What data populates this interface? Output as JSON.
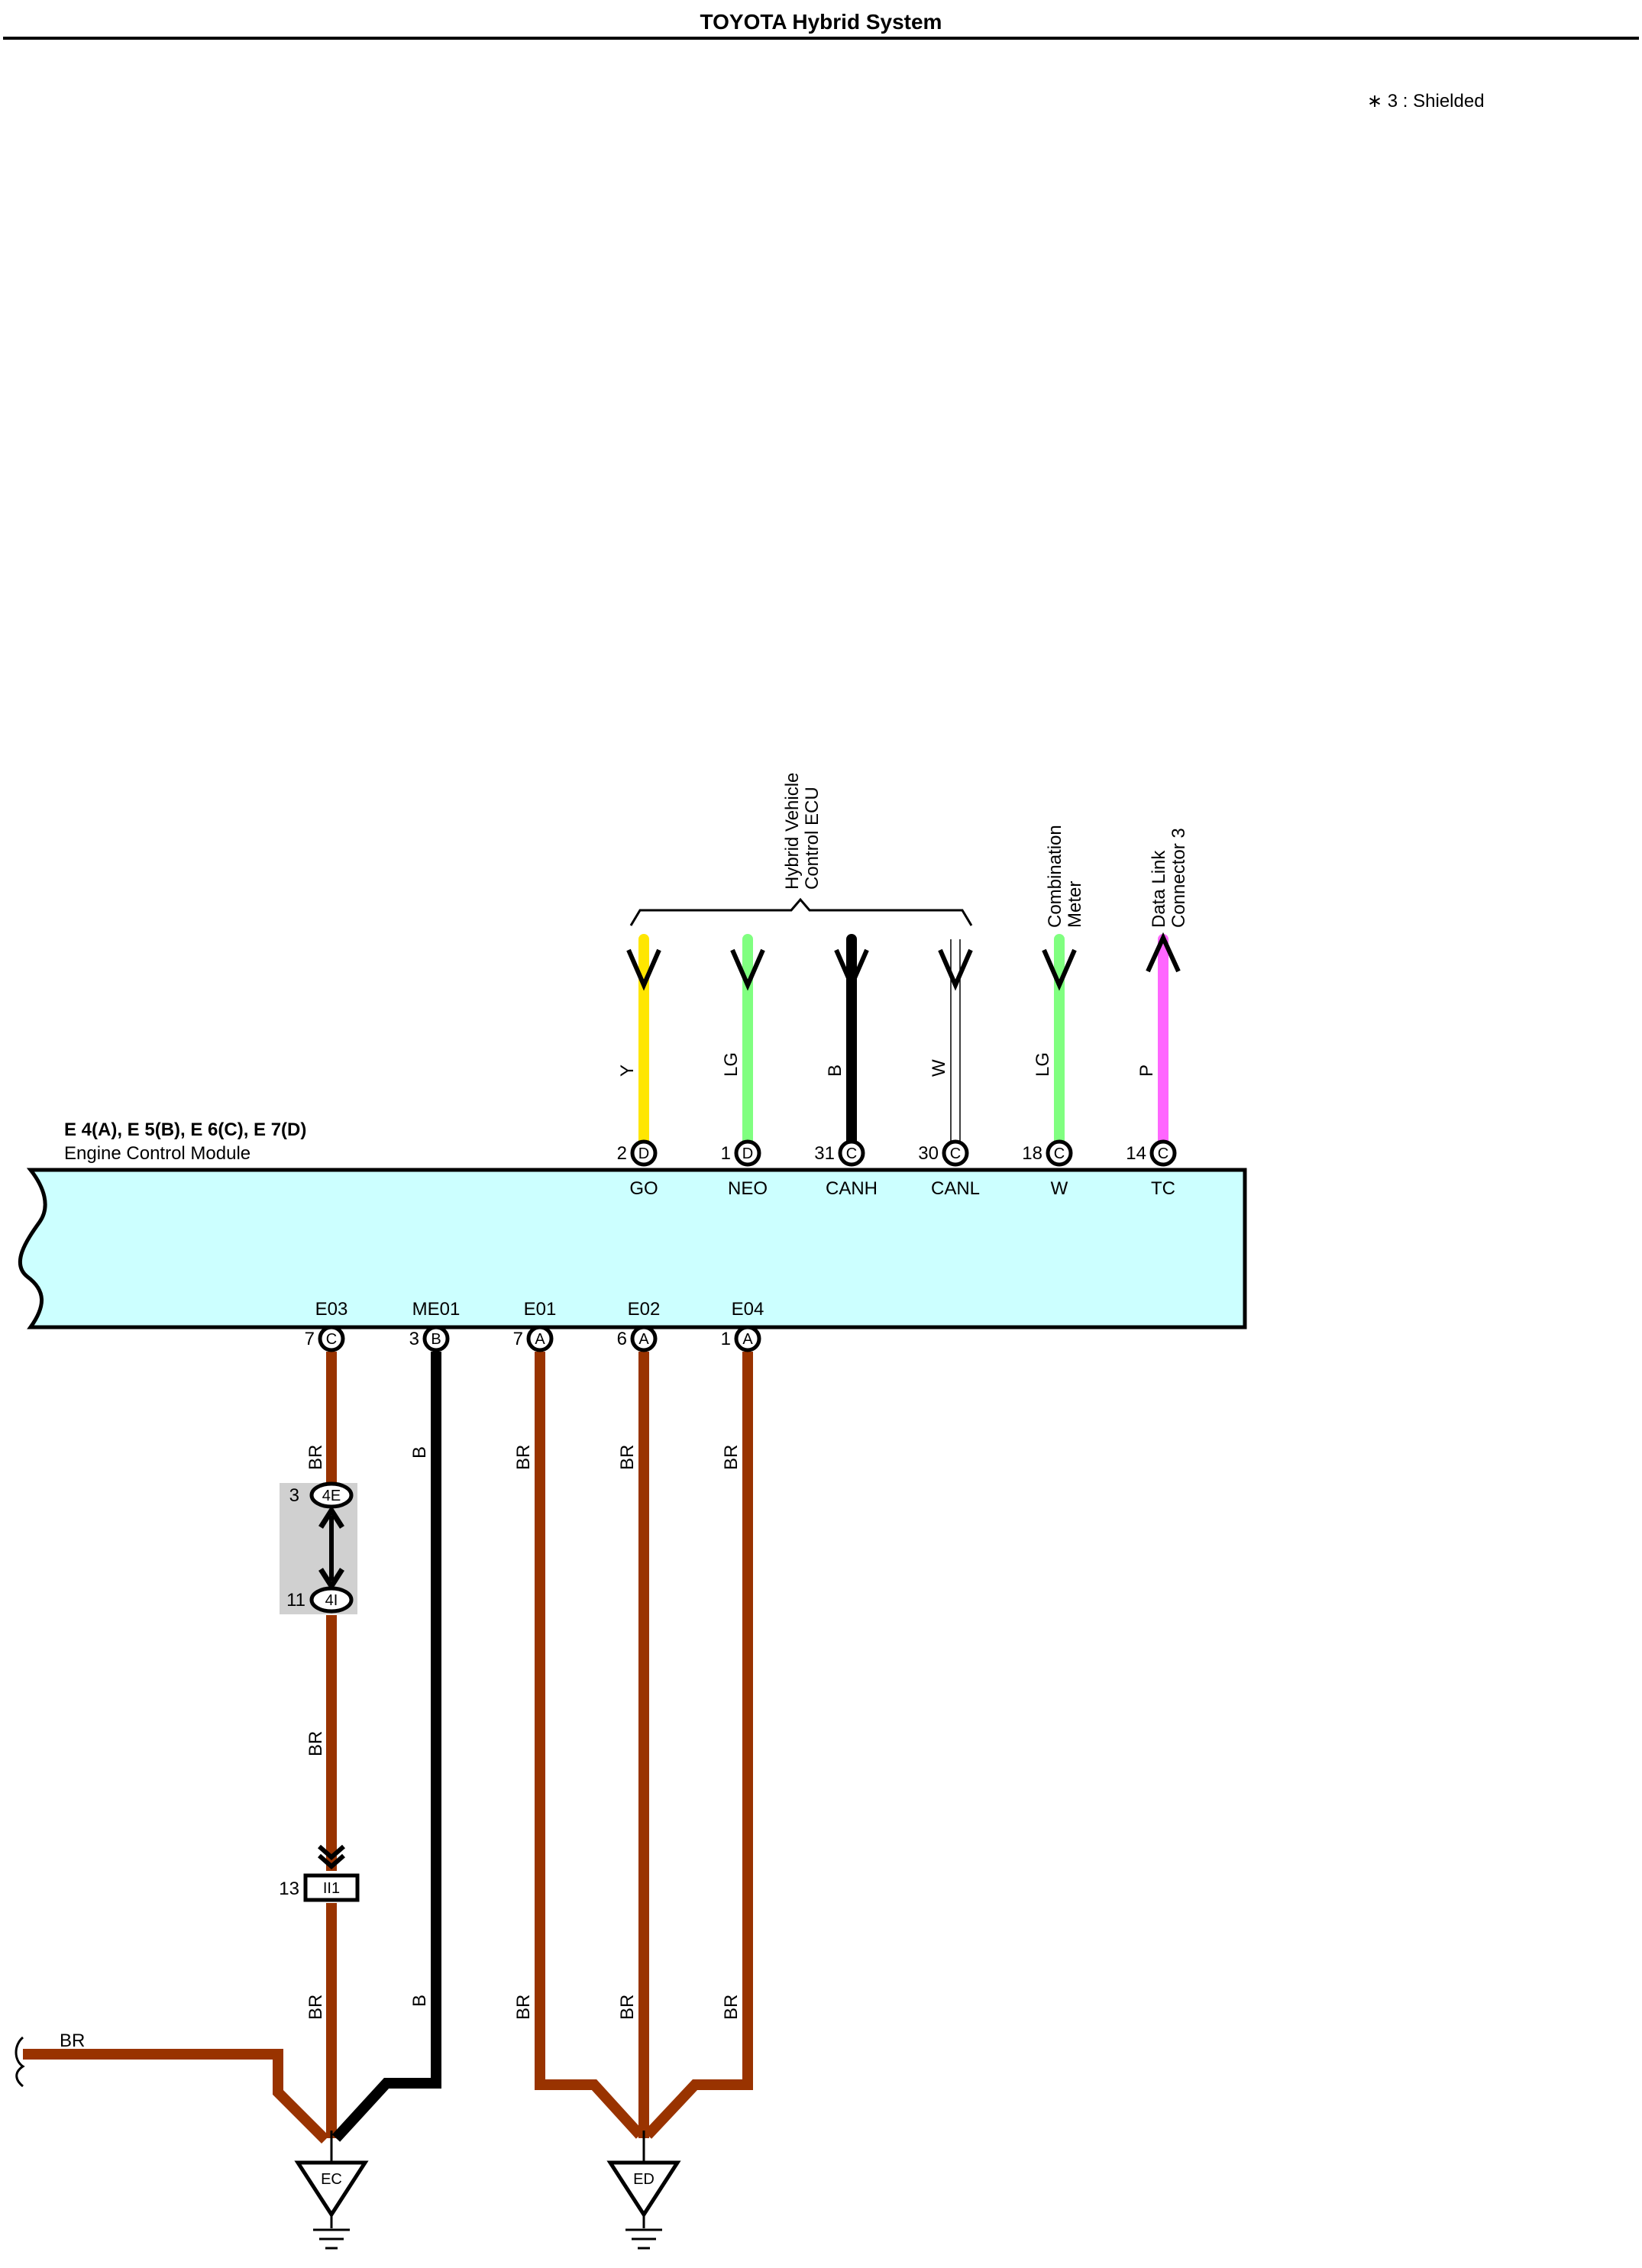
{
  "page": {
    "title": "TOYOTA Hybrid System",
    "note": "∗ 3 : Shielded"
  },
  "ecm": {
    "connectors": "E 4(A), E 5(B), E 6(C), E 7(D)",
    "name": "Engine Control Module"
  },
  "destinations": {
    "hv_ecu_line1": "Hybrid Vehicle",
    "hv_ecu_line2": "Control ECU",
    "meter_line1": "Combination",
    "meter_line2": "Meter",
    "dlc_line1": "Data Link",
    "dlc_line2": "Connector 3"
  },
  "top_pins": [
    {
      "terminal": "GO",
      "pin": "2",
      "connector": "D",
      "wire": "Y",
      "color": "#FFE600",
      "end": "in"
    },
    {
      "terminal": "NEO",
      "pin": "1",
      "connector": "D",
      "wire": "LG",
      "color": "#80FF80",
      "end": "in"
    },
    {
      "terminal": "CANH",
      "pin": "31",
      "connector": "C",
      "wire": "B",
      "color": "#000000",
      "end": "in"
    },
    {
      "terminal": "CANL",
      "pin": "30",
      "connector": "C",
      "wire": "W",
      "color": "#FFFFFF",
      "end": "in"
    },
    {
      "terminal": "W",
      "pin": "18",
      "connector": "C",
      "wire": "LG",
      "color": "#80FF80",
      "end": "in"
    },
    {
      "terminal": "TC",
      "pin": "14",
      "connector": "C",
      "wire": "P",
      "color": "#FF66FF",
      "end": "out"
    }
  ],
  "bottom_pins": [
    {
      "terminal": "E03",
      "pin": "7",
      "connector": "C",
      "wire": "BR",
      "color": "#993300"
    },
    {
      "terminal": "ME01",
      "pin": "3",
      "connector": "B",
      "wire": "B",
      "color": "#000000"
    },
    {
      "terminal": "E01",
      "pin": "7",
      "connector": "A",
      "wire": "BR",
      "color": "#993300"
    },
    {
      "terminal": "E02",
      "pin": "6",
      "connector": "A",
      "wire": "BR",
      "color": "#993300"
    },
    {
      "terminal": "E04",
      "pin": "1",
      "connector": "A",
      "wire": "BR",
      "color": "#993300"
    }
  ],
  "junction": {
    "top_pin": "3",
    "top_label": "4E",
    "bottom_pin": "11",
    "bottom_label": "4I",
    "wire_below": "BR"
  },
  "splice": {
    "pin": "13",
    "label": "II1",
    "wire_below": "BR"
  },
  "left_wire": {
    "label": "BR"
  },
  "grounds": [
    {
      "label": "EC"
    },
    {
      "label": "ED"
    }
  ],
  "colors": {
    "ecm_fill": "#CCFFFF",
    "brown": "#993300",
    "junction_box": "#D0D0D0"
  }
}
